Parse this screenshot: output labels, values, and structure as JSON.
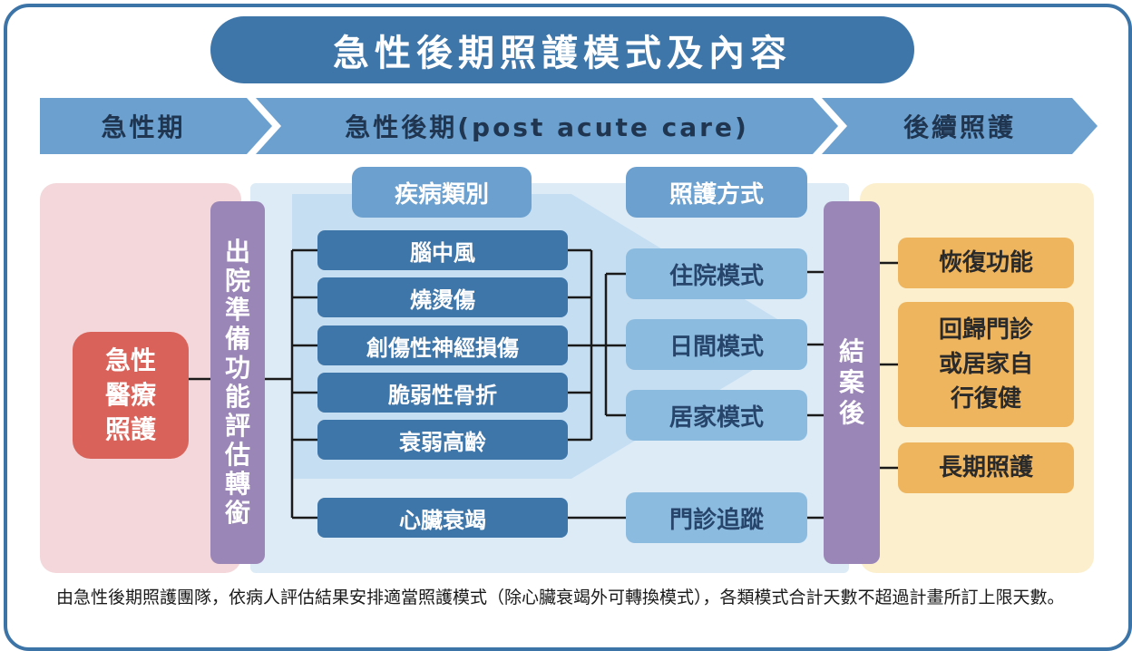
{
  "title": "急性後期照護模式及內容",
  "phases": {
    "acute": "急性期",
    "post_acute": "急性後期(post acute care)",
    "follow_up": "後續照護"
  },
  "acute_care": [
    "急性",
    "醫療",
    "照護"
  ],
  "discharge_assessment": [
    "出",
    "院",
    "準",
    "備",
    "功",
    "能",
    "評",
    "估",
    "轉",
    "銜"
  ],
  "disease_header": "疾病類別",
  "diseases": [
    "腦中風",
    "燒燙傷",
    "創傷性神經損傷",
    "脆弱性骨折",
    "衰弱高齡"
  ],
  "heart_failure": "心臟衰竭",
  "care_mode_header": "照護方式",
  "care_modes": [
    "住院模式",
    "日間模式",
    "居家模式"
  ],
  "outpatient_tracking": "門診追蹤",
  "case_closure": [
    "結",
    "案",
    "後"
  ],
  "outcomes": {
    "recovery": "恢復功能",
    "return_home": [
      "回歸門診",
      "或居家自",
      "行復健"
    ],
    "long_term": "長期照護"
  },
  "footnote": "由急性後期照護團隊，依病人評估結果安排適當照護模式（除心臟衰竭外可轉換模式），各類模式合計天數不超過計畫所訂上限天數。",
  "colors": {
    "frame": "#3d74a8",
    "banner": "#6ba0cf",
    "acute_care": "#d9635a",
    "purple": "#9b86b8",
    "disease": "#3f76aa",
    "mode": "#8cbbe0",
    "outcome": "#eeb45e"
  }
}
